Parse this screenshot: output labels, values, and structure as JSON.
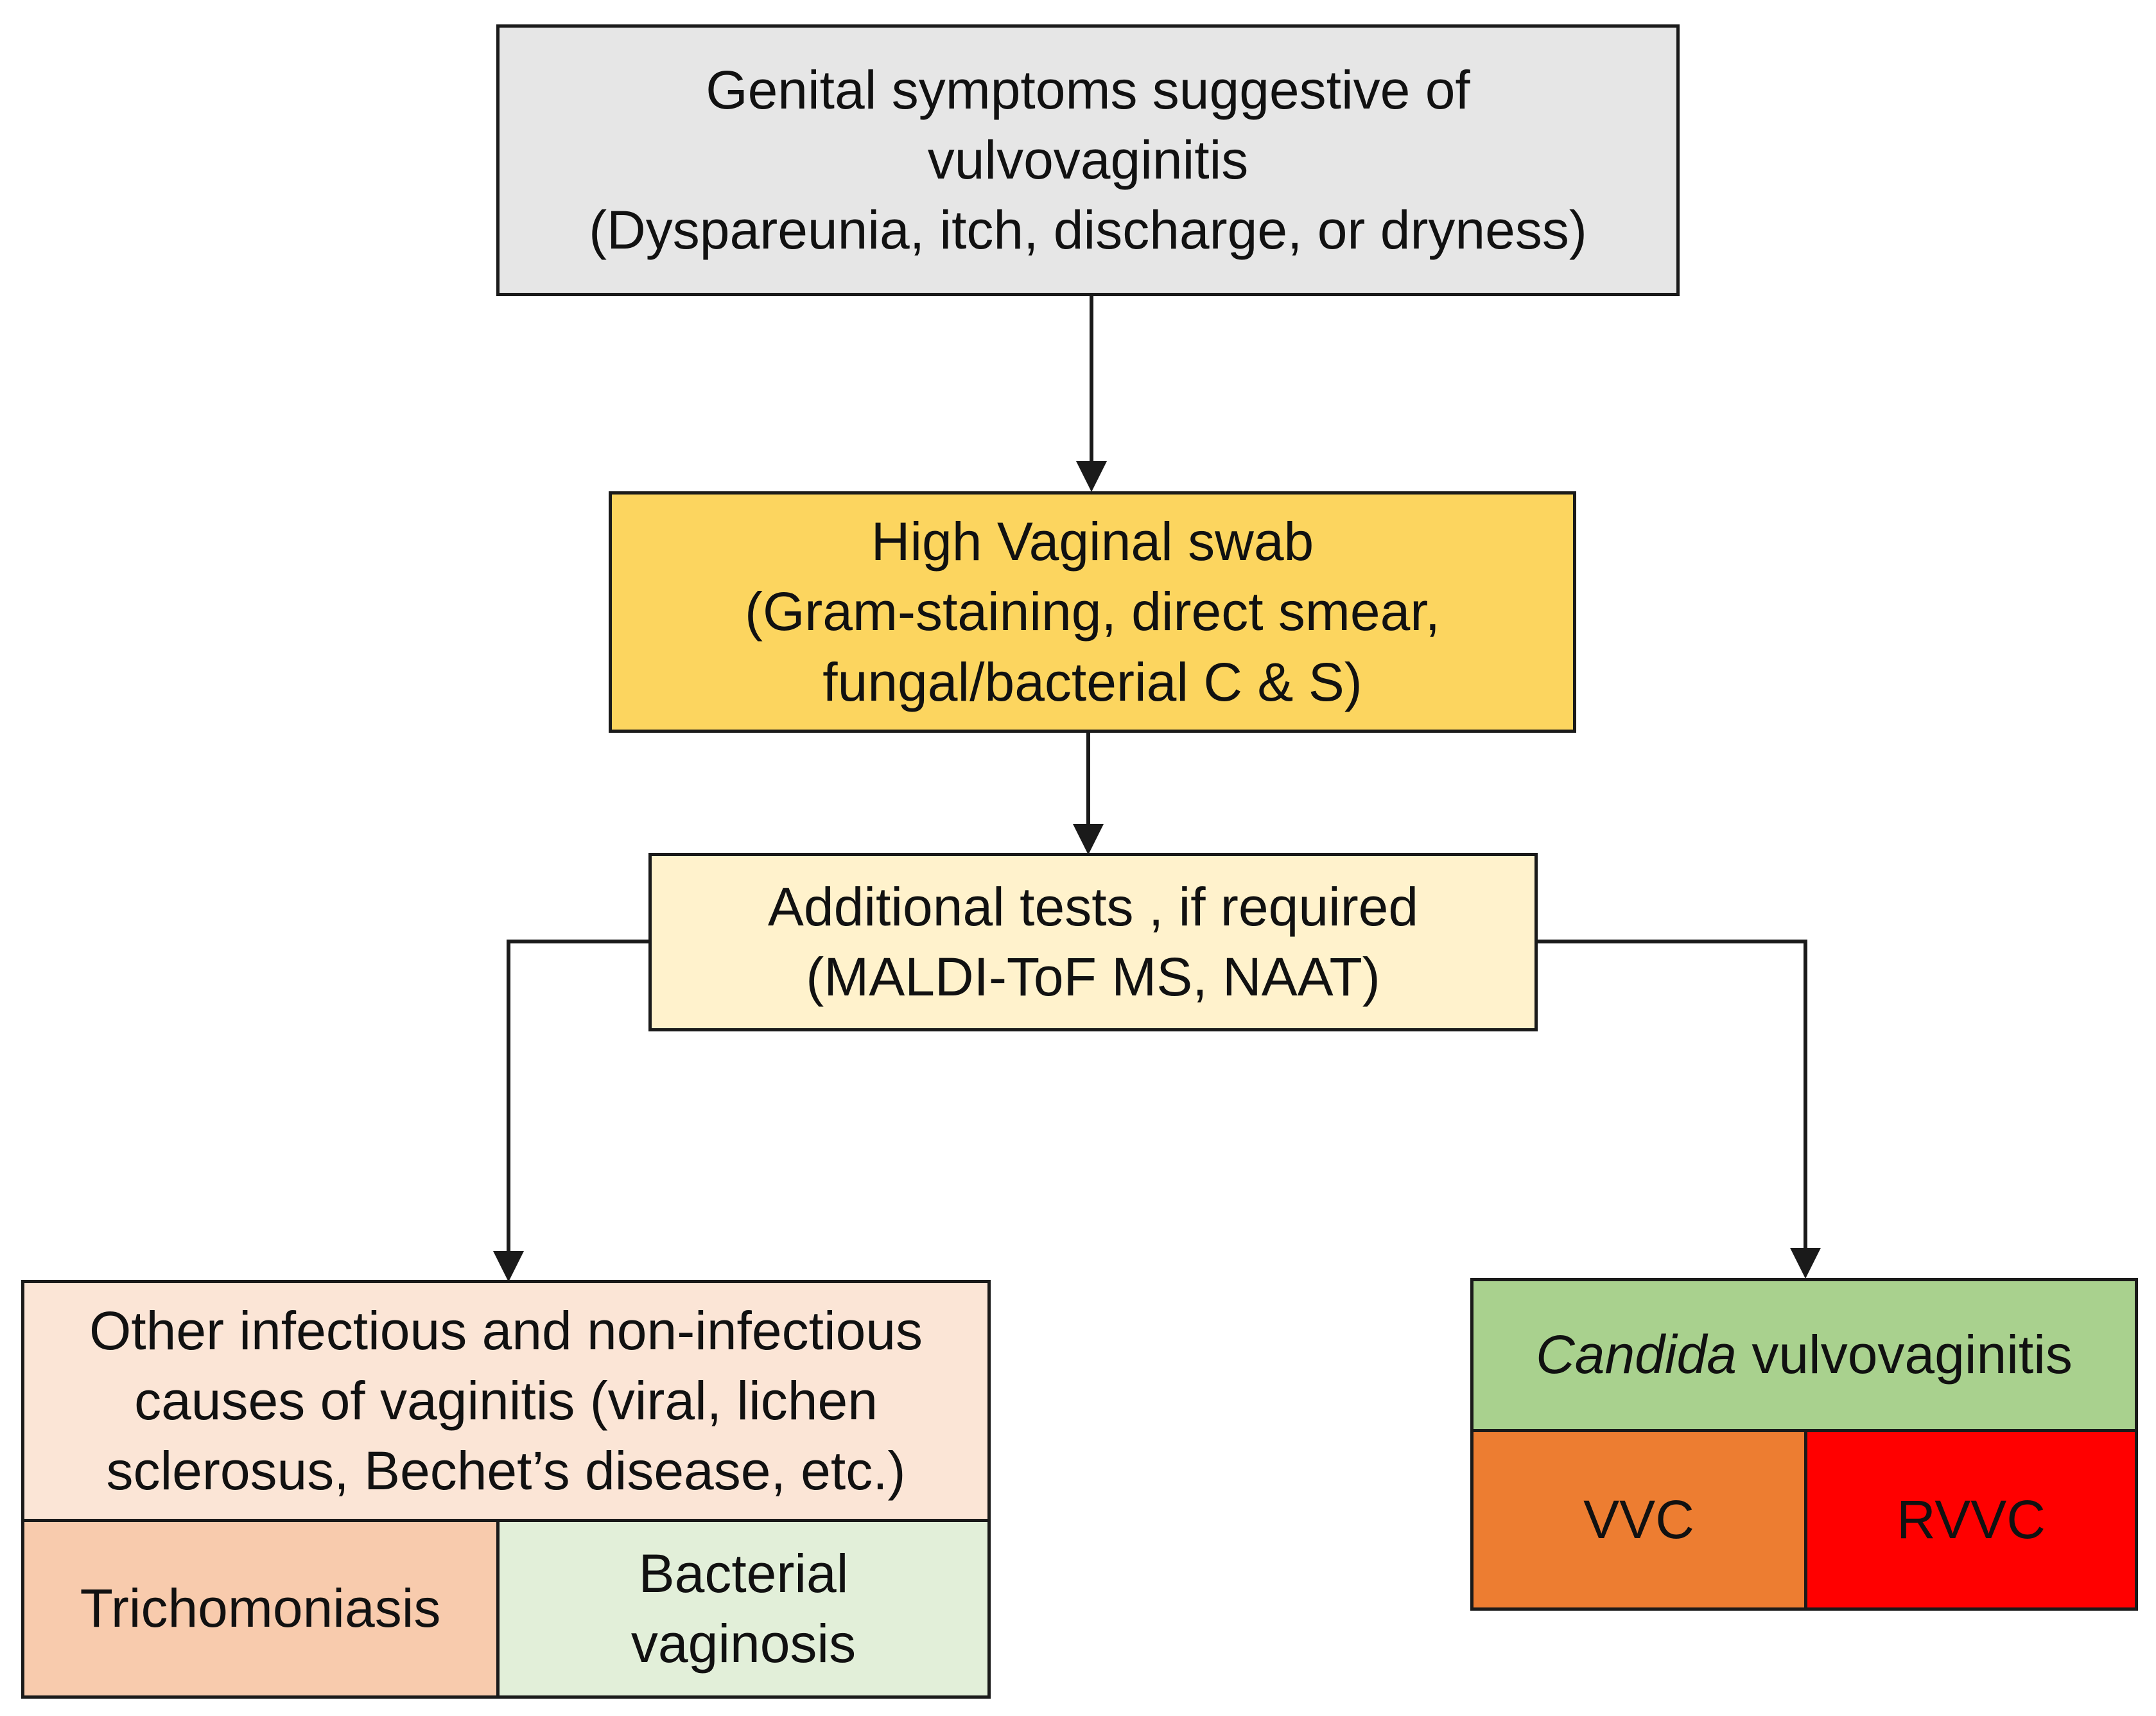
{
  "nodes": {
    "symptoms": {
      "lines": [
        "Genital symptoms suggestive of",
        "vulvovaginitis",
        "(Dyspareunia, itch, discharge, or  dryness)"
      ],
      "color": "#e6e6e6"
    },
    "swab": {
      "lines": [
        "High Vaginal swab",
        "(Gram-staining, direct smear,",
        "fungal/bacterial C & S)"
      ],
      "color": "#fcd55f"
    },
    "additional": {
      "lines": [
        "Additional tests , if required",
        "(MALDI-ToF MS, NAAT)"
      ],
      "color": "#fff2cc"
    },
    "other": {
      "lines": [
        "Other infectious and non-infectious",
        "causes of vaginitis (viral, lichen",
        "sclerosus, Bechet’s disease, etc.)"
      ],
      "color": "#fbe5d6"
    },
    "trichomoniasis": {
      "label": "Trichomoniasis",
      "color": "#f8cbad"
    },
    "bacterial": {
      "lines": [
        "Bacterial",
        "vaginosis"
      ],
      "color": "#e2efd9"
    },
    "candida": {
      "italic": "Candida",
      "rest": " vulvovaginitis",
      "color": "#a9d18e"
    },
    "vvc": {
      "label": "VVC",
      "color": "#ed7d31"
    },
    "rvvc": {
      "label": "RVVC",
      "color": "#ff0000"
    }
  },
  "colors": {
    "line": "#1a1a1a"
  }
}
